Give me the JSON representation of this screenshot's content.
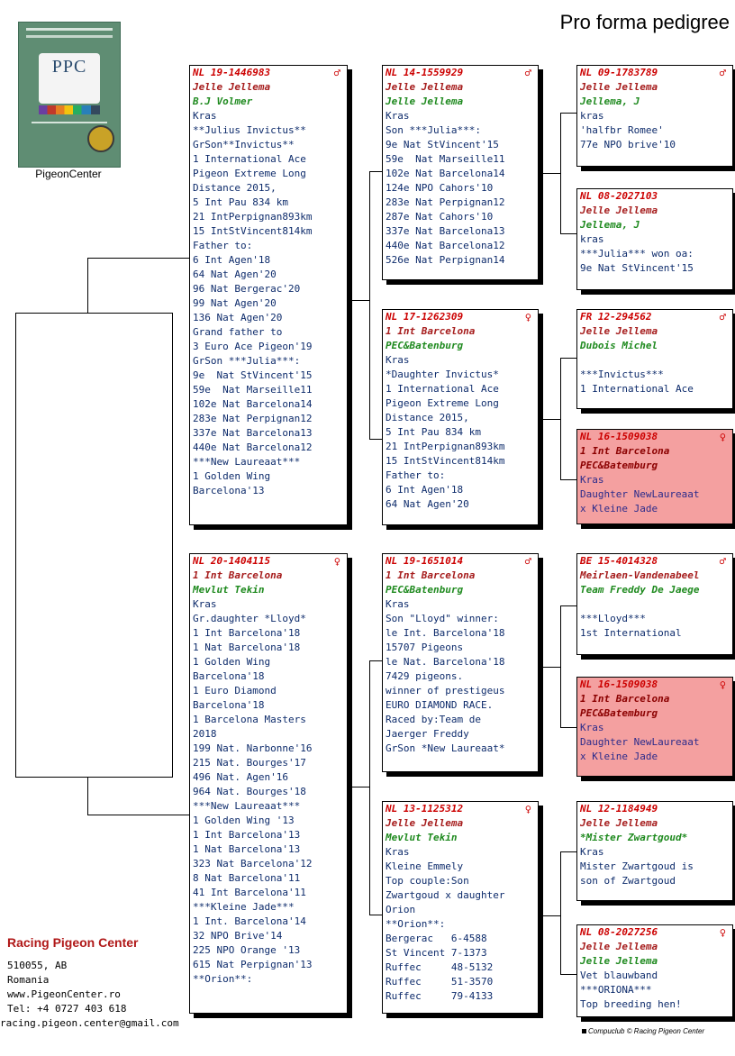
{
  "page": {
    "title": "Pro forma pedigree"
  },
  "logo": {
    "caption": "PigeonCenter",
    "mark": "PPC"
  },
  "contact": {
    "name": "Racing Pigeon Center",
    "address": "510055, AB",
    "country": "Romania",
    "web": "www.PigeonCenter.ro",
    "tel": "Tel: +4 0727 403 618",
    "email": "racing.pigeon.center@gmail.com"
  },
  "footer": "Compuclub © Racing Pigeon Center",
  "boxes": {
    "sire": {
      "ring": "NL  19-1446983",
      "sex": "♂",
      "breeder": "Jelle Jellema",
      "owner": "B.J Volmer",
      "lines": [
        "Kras",
        "**Julius Invictus**",
        "GrSon**Invictus**",
        "1 International Ace",
        "Pigeon Extreme Long",
        "Distance 2015,",
        "5 Int Pau 834 km",
        "21 IntPerpignan893km",
        "15 IntStVincent814km",
        "Father to:",
        "6 Int Agen'18",
        "64 Nat Agen'20",
        "96 Nat Bergerac'20",
        "99 Nat Agen'20",
        "136 Nat Agen'20",
        "Grand father to",
        "3 Euro Ace Pigeon'19",
        "GrSon ***Julia***:",
        "9e  Nat StVincent'15",
        "59e  Nat Marseille11",
        "102e Nat Barcelona14",
        "283e Nat Perpignan12",
        "337e Nat Barcelona13",
        "440e Nat Barcelona12",
        "***New Laureaat***",
        "1 Golden Wing",
        "Barcelona'13"
      ]
    },
    "dam": {
      "ring": "NL  20-1404115",
      "sex": "♀",
      "breeder": "1 Int Barcelona",
      "owner": "Mevlut Tekin",
      "lines": [
        "Kras",
        "Gr.daughter *Lloyd*",
        "1 Int Barcelona'18",
        "1 Nat Barcelona'18",
        "1 Golden Wing",
        "Barcelona'18",
        "1 Euro Diamond",
        "Barcelona'18",
        "1 Barcelona Masters",
        "2018",
        "199 Nat. Narbonne'16",
        "215 Nat. Bourges'17",
        "496 Nat. Agen'16",
        "964 Nat. Bourges'18",
        "***New Laureaat***",
        "1 Golden Wing '13",
        "1 Int Barcelona'13",
        "1 Nat Barcelona'13",
        "323 Nat Barcelona'12",
        "8 Nat Barcelona'11",
        "41 Int Barcelona'11",
        "***Kleine Jade***",
        "1 Int. Barcelona'14",
        "32 NPO Brive'14",
        "225 NPO Orange '13",
        "615 Nat Perpignan'13",
        "**Orion**:"
      ]
    },
    "ss": {
      "ring": "NL  14-1559929",
      "sex": "♂",
      "breeder": "Jelle Jellema",
      "owner": "Jelle Jellema",
      "lines": [
        "Kras",
        "Son ***Julia***:",
        "9e Nat StVincent'15",
        "59e  Nat Marseille11",
        "102e Nat Barcelona14",
        "124e NPO Cahors'10",
        "283e Nat Perpignan12",
        "287e Nat Cahors'10",
        "337e Nat Barcelona13",
        "440e Nat Barcelona12",
        "526e Nat Perpignan14"
      ]
    },
    "sd": {
      "ring": "NL  17-1262309",
      "sex": "♀",
      "breeder": "1 Int Barcelona",
      "owner": "PEC&Batenburg",
      "lines": [
        "Kras",
        "*Daughter Invictus*",
        "1 International Ace",
        "Pigeon Extreme Long",
        "Distance 2015,",
        "5 Int Pau 834 km",
        "21 IntPerpignan893km",
        "15 IntStVincent814km",
        "Father to:",
        "6 Int Agen'18",
        "64 Nat Agen'20"
      ]
    },
    "ds": {
      "ring": "NL  19-1651014",
      "sex": "♂",
      "breeder": "1 Int Barcelona",
      "owner": "PEC&Batenburg",
      "lines": [
        "Kras",
        "Son \"Lloyd\" winner:",
        "le Int. Barcelona'18",
        "15707 Pigeons",
        "le Nat. Barcelona'18",
        "7429 pigeons.",
        "winner of prestigeus",
        "EURO DIAMOND RACE.",
        "Raced by:Team de",
        "Jaerger Freddy",
        "GrSon *New Laureaat*"
      ]
    },
    "dd": {
      "ring": "NL  13-1125312",
      "sex": "♀",
      "breeder": "Jelle Jellema",
      "owner": "Mevlut Tekin",
      "lines": [
        "Kras",
        "Kleine Emmely",
        "Top couple:Son",
        "Zwartgoud x daughter",
        "Orion",
        "**Orion**:",
        "Bergerac   6-4588",
        "St Vincent 7-1373",
        "Ruffec     48-5132",
        "Ruffec     51-3570",
        "Ruffec     79-4133"
      ]
    },
    "sss": {
      "ring": "NL  09-1783789",
      "sex": "♂",
      "breeder": "Jelle Jellema",
      "owner": "Jellema, J",
      "lines": [
        "kras",
        "'halfbr Romee'",
        "77e NPO brive'10"
      ]
    },
    "ssd": {
      "ring": "NL  08-2027103",
      "sex": "",
      "breeder": "Jelle Jellema",
      "owner": "Jellema, J",
      "lines": [
        "kras",
        "***Julia*** won oa:",
        "9e Nat StVincent'15"
      ]
    },
    "sds": {
      "ring": "FR  12-294562",
      "sex": "♂",
      "breeder": "Jelle Jellema",
      "owner": "Dubois Michel",
      "lines": [
        "",
        "***Invictus***",
        "1 International Ace"
      ]
    },
    "sdd": {
      "ring": "NL  16-1509038",
      "sex": "♀",
      "breeder": "1 Int Barcelona",
      "owner": "PEC&Batemburg",
      "lines": [
        "Kras",
        "Daughter NewLaureaat",
        "x Kleine Jade"
      ]
    },
    "dss": {
      "ring": "BE  15-4014328",
      "sex": "♂",
      "breeder": "Meirlaen-Vandenabeel",
      "owner": "Team Freddy De Jaege",
      "lines": [
        "",
        "***Lloyd***",
        "1st International"
      ]
    },
    "dsd": {
      "ring": "NL  16-1509038",
      "sex": "♀",
      "breeder": "1 Int Barcelona",
      "owner": "PEC&Batemburg",
      "lines": [
        "Kras",
        "Daughter NewLaureaat",
        "x Kleine Jade"
      ]
    },
    "dds": {
      "ring": "NL  12-1184949",
      "sex": "",
      "breeder": "Jelle Jellema",
      "owner": "*Mister Zwartgoud*",
      "lines": [
        "Kras",
        "Mister Zwartgoud is",
        "son of Zwartgoud"
      ]
    },
    "ddd": {
      "ring": "NL  08-2027256",
      "sex": "♀",
      "breeder": "Jelle Jellema",
      "owner": "Jelle Jellema",
      "lines": [
        "Vet blauwband",
        "***ORIONA***",
        "Top breeding hen!"
      ]
    }
  }
}
